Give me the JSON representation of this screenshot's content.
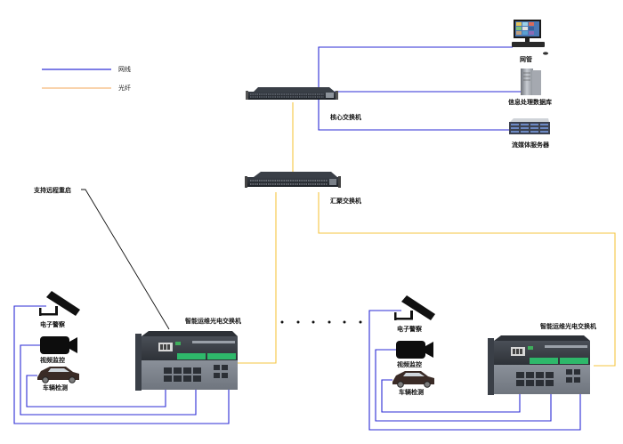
{
  "legend": {
    "items": [
      {
        "label": "网线",
        "color": "#2b2bd6",
        "kind": "ethernet"
      },
      {
        "label": "光纤",
        "color": "#f5b97a",
        "kind": "fiber"
      }
    ]
  },
  "colors": {
    "ethernet": "#2b2bd6",
    "fiber": "#f5c542",
    "annotation": "#111111"
  },
  "devices": {
    "network_manager": {
      "label": "网管",
      "icon": "monitor-computer-icon"
    },
    "info_db": {
      "label": "信息处理数据库",
      "icon": "tower-server-icon"
    },
    "media_server": {
      "label": "流媒体服务器",
      "icon": "rack-storage-server-icon"
    },
    "core_switch": {
      "label": "核心交换机",
      "icon": "rack-switch-icon"
    },
    "aggregation_switch": {
      "label": "汇聚交换机",
      "icon": "rack-switch-icon"
    },
    "edge_switch_left": {
      "label": "智能运维光电交换机",
      "icon": "industrial-switch-icon"
    },
    "edge_switch_right": {
      "label": "智能运维光电交换机",
      "icon": "industrial-switch-icon"
    }
  },
  "endpoints": {
    "left": [
      {
        "label": "电子警察",
        "icon": "surveillance-camera-icon"
      },
      {
        "label": "视频监控",
        "icon": "video-camera-icon"
      },
      {
        "label": "车辆检测",
        "icon": "car-icon"
      }
    ],
    "right": [
      {
        "label": "电子警察",
        "icon": "surveillance-camera-icon"
      },
      {
        "label": "视频监控",
        "icon": "video-camera-icon"
      },
      {
        "label": "车辆检测",
        "icon": "car-icon"
      }
    ]
  },
  "annotation": {
    "remote_restart": "支持远程重启"
  },
  "ellipsis": "· · · · · ·"
}
